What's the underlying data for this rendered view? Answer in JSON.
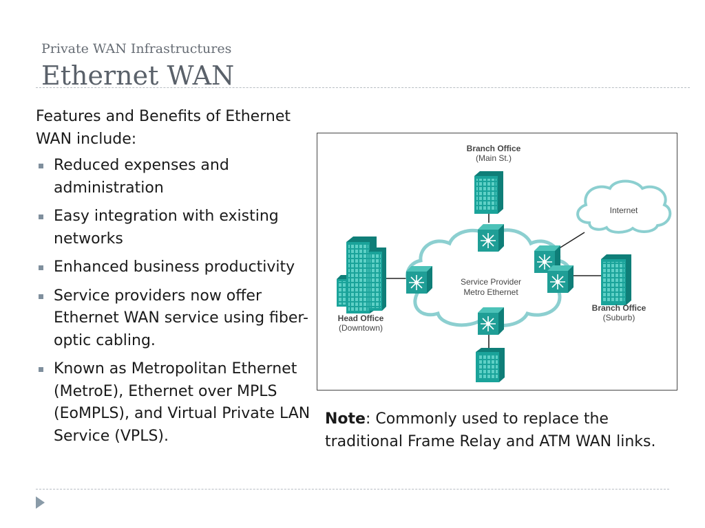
{
  "header": {
    "subtitle": "Private WAN Infrastructures",
    "title": "Ethernet WAN"
  },
  "content": {
    "intro": "Features and Benefits of Ethernet WAN include:",
    "bullets": [
      "Reduced expenses and administration",
      "Easy integration with existing networks",
      "Enhanced business productivity",
      "Service providers now offer Ethernet WAN service using fiber-optic cabling.",
      "Known as Metropolitan Ethernet (MetroE), Ethernet over MPLS (EoMPLS), and Virtual Private LAN Service (VPLS)."
    ]
  },
  "diagram": {
    "branch_main": {
      "name": "Branch Office",
      "location": "(Main St.)"
    },
    "internet": "Internet",
    "cloud_line1": "Service Provider",
    "cloud_line2": "Metro Ethernet",
    "branch_suburb": {
      "name": "Branch Office",
      "location": "(Suburb)"
    },
    "head_office": {
      "name": "Head Office",
      "location": "(Downtown)"
    },
    "colors": {
      "building": "#1aa39a",
      "switch": "#1f9e96",
      "cloud_stroke": "#8ccfd0"
    }
  },
  "note": {
    "label": "Note",
    "text": ": Commonly used to replace the traditional Frame Relay and ATM WAN links."
  }
}
